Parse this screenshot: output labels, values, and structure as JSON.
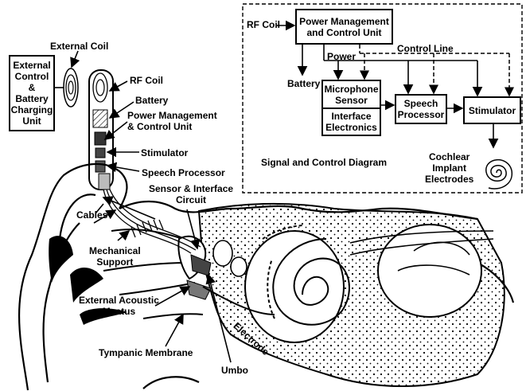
{
  "anatomy_labels": {
    "external_coil": "External Coil",
    "external_unit": "External\nControl &\nBattery\nCharging\nUnit",
    "rf_coil": "RF Coil",
    "battery": "Battery",
    "power_mgmt": "Power Management\n& Control Unit",
    "stimulator": "Stimulator",
    "speech_processor": "Speech Processor",
    "sensor_interface": "Sensor & Interface\nCircuit",
    "cables": "Cables",
    "mechanical_support": "Mechanical\nSupport",
    "external_acoustic_meatus": "External Acoustic\nMeatus",
    "tympanic_membrane": "Tympanic Membrane",
    "umbo": "Umbo",
    "electrode": "Electrode"
  },
  "block_diagram": {
    "rf_coil": "RF Coil",
    "power_mgmt": "Power Management\nand Control Unit",
    "power": "Power",
    "control_line": "Control Line",
    "battery": "Battery",
    "microphone_sensor": "Microphone\nSensor",
    "interface_electronics": "Interface\nElectronics",
    "speech_processor": "Speech\nProcessor",
    "stimulator": "Stimulator",
    "electrodes": "Cochlear\nImplant\nElectrodes",
    "caption": "Signal and Control Diagram"
  }
}
